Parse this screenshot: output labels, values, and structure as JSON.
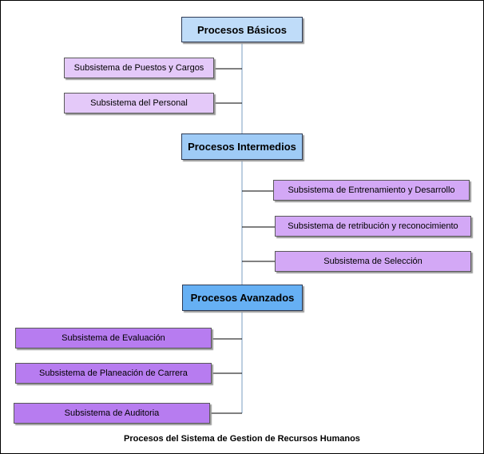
{
  "diagram": {
    "stages": [
      {
        "label": "Procesos Básicos",
        "color": "#bfdcf9",
        "subsystems": [
          {
            "label": "Subsistema de Puestos y Cargos",
            "color": "#e4c9f9"
          },
          {
            "label": "Subsistema del Personal",
            "color": "#e4c9f9"
          }
        ]
      },
      {
        "label": "Procesos Intermedios",
        "color": "#9fcbf6",
        "subsystems": [
          {
            "label": "Subsistema de Entrenamiento y Desarrollo",
            "color": "#d3a8f6"
          },
          {
            "label": "Subsistema de retribución y reconocimiento",
            "color": "#d3a8f6"
          },
          {
            "label": "Subsistema de Selección",
            "color": "#d3a8f6"
          }
        ]
      },
      {
        "label": "Procesos Avanzados",
        "color": "#66b0f4",
        "subsystems": [
          {
            "label": "Subsistema de Evaluación",
            "color": "#b77cf0"
          },
          {
            "label": "Subsistema de Planeación de Carrera",
            "color": "#b77cf0"
          },
          {
            "label": "Subsistema de Auditoria",
            "color": "#b77cf0"
          }
        ]
      }
    ],
    "caption": "Procesos del Sistema de Gestion de Recursos Humanos",
    "connector_colors": {
      "spine": "#7a9cc0",
      "branch": "#000000"
    }
  }
}
